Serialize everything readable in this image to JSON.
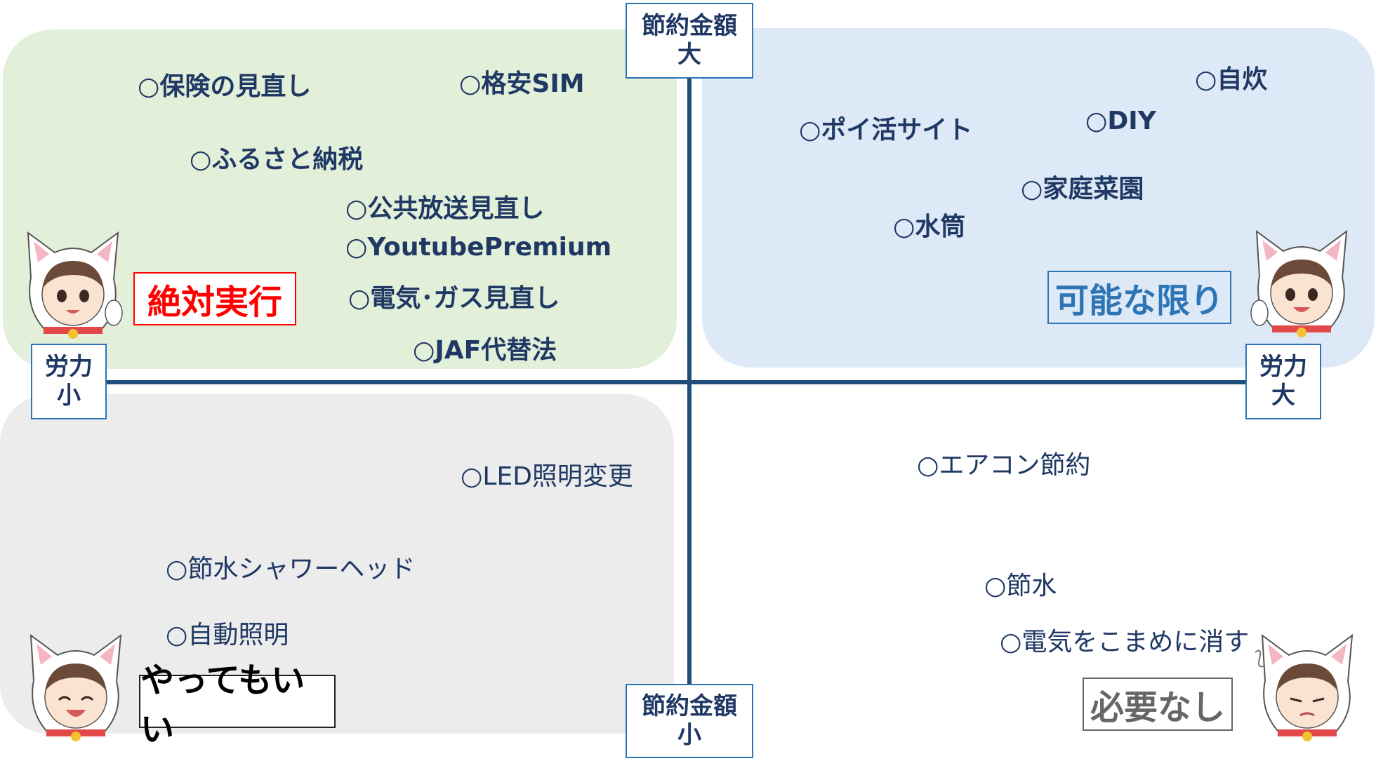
{
  "axes": {
    "top": "節約金額\n大",
    "bottom": "節約金額\n小",
    "left": "労力\n小",
    "right": "労力\n大"
  },
  "quadrants": {
    "top_left": {
      "label": "絶対実行",
      "items": [
        "○保険の見直し",
        "○格安SIM",
        "○ふるさと納税",
        "○公共放送見直し",
        "○YoutubePremium",
        "○電気･ガス見直し",
        "○JAF代替法"
      ]
    },
    "top_right": {
      "label": "可能な限り",
      "items": [
        "○自炊",
        "○ポイ活サイト",
        "○DIY",
        "○家庭菜園",
        "○水筒"
      ]
    },
    "bottom_left": {
      "label": "やってもいい",
      "items": [
        "○LED照明変更",
        "○節水シャワーヘッド",
        "○自動照明"
      ]
    },
    "bottom_right": {
      "label": "必要なし",
      "items": [
        "○エアコン節約",
        "○節水",
        "○電気をこまめに消す"
      ]
    }
  },
  "colors": {
    "top_left_bg": "#e2efd9",
    "top_right_bg": "#dde9f6",
    "bottom_left_bg": "#ececec",
    "axis": "#1f4e79",
    "text": "#1f3864",
    "label_red": "#ff0000",
    "label_blue": "#2e75b6"
  }
}
